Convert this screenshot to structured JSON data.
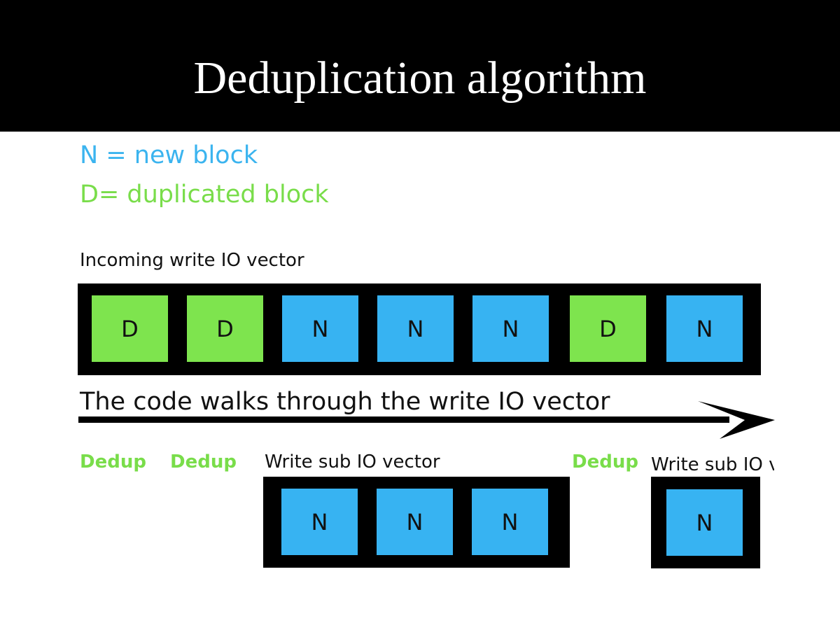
{
  "title": "Deduplication algorithm",
  "legend": {
    "new": "N = new block",
    "duplicated": "D= duplicated block"
  },
  "incoming_label": "Incoming write IO vector",
  "incoming_blocks": [
    "D",
    "D",
    "N",
    "N",
    "N",
    "D",
    "N"
  ],
  "walk_text": "The code walks through the write IO vector",
  "actions": {
    "dedup_1": "Dedup",
    "dedup_2": "Dedup",
    "sub_io_label_1": "Write sub IO vector",
    "dedup_3": "Dedup",
    "sub_io_label_2": "Write sub IO vector"
  },
  "sub_vector_1_blocks": [
    "N",
    "N",
    "N"
  ],
  "sub_vector_2_blocks": [
    "N"
  ],
  "colors": {
    "new_block": "#37b3f2",
    "duplicated_block": "#7ee44e",
    "legend_new_text": "#3bb4ef",
    "legend_dup_text": "#79dd4a",
    "header_bg": "#000000"
  }
}
